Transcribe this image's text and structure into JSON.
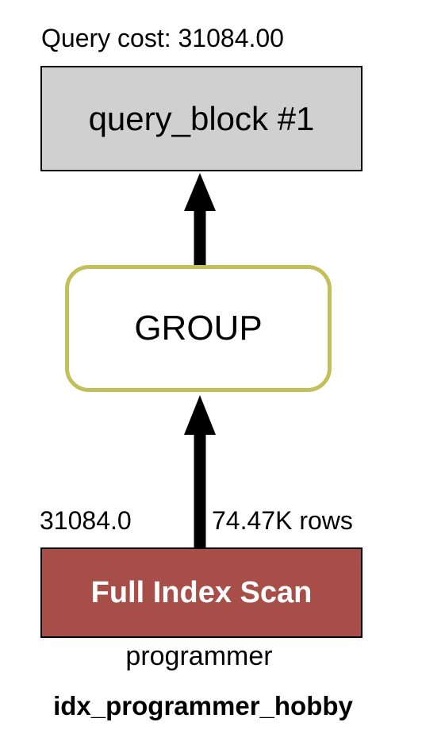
{
  "diagram": {
    "query_cost_label": "Query cost: 31084.00",
    "nodes": {
      "query_block": {
        "label": "query_block #1",
        "fill": "#d0d0d0"
      },
      "group": {
        "label": "GROUP",
        "border_color": "#c3c05a"
      },
      "full_index_scan": {
        "label": "Full Index Scan",
        "fill": "#a84e48",
        "table": "programmer",
        "index": "idx_programmer_hobby"
      }
    },
    "edges": [
      {
        "from": "group",
        "to": "query_block"
      },
      {
        "from": "full_index_scan",
        "to": "group",
        "cost": "31084.0",
        "rows": "74.47K rows"
      }
    ]
  }
}
